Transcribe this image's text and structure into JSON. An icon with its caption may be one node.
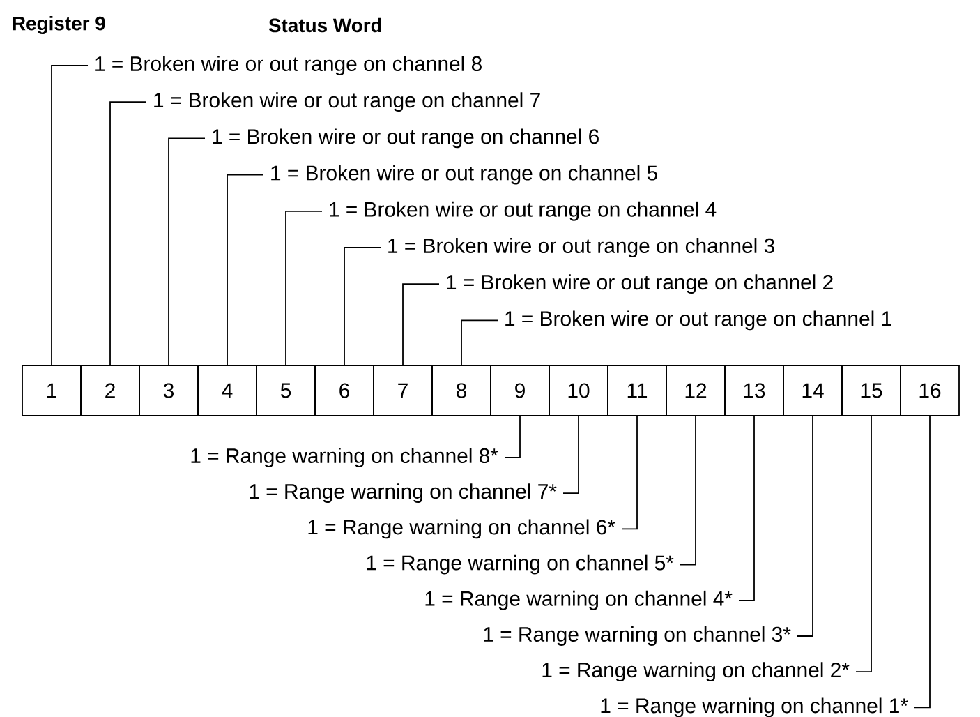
{
  "diagram": {
    "nodes": [
      {
        "text": [
          "1 = Broken wire or out range on channel 8"
        ]
      },
      {
        "text": [
          "1 = Broken wire or out range on channel 7"
        ]
      },
      {
        "text": [
          "1 = Broken wire or out range on channel 6"
        ]
      },
      {
        "text": [
          "1 = Broken wire or out range on channel 5"
        ]
      },
      {
        "text": [
          "1 = Broken wire or out range on channel 4"
        ]
      },
      {
        "text": [
          "1 = Broken wire or out range on channel 3"
        ]
      },
      {
        "text": [
          "1 = Broken wire or out range on channel 2"
        ]
      },
      {
        "text": [
          "1 = Broken wire or out range on channel 1"
        ]
      },
      {
        "text": [
          "1"
        ]
      },
      {
        "text": [
          "2"
        ]
      },
      {
        "text": [
          "3"
        ]
      },
      {
        "text": [
          "4"
        ]
      },
      {
        "text": [
          "5"
        ]
      },
      {
        "text": [
          "6"
        ]
      },
      {
        "text": [
          "7"
        ]
      },
      {
        "text": [
          "8"
        ]
      },
      {
        "text": [
          "9"
        ]
      },
      {
        "text": [
          "10"
        ]
      },
      {
        "text": [
          "11"
        ]
      },
      {
        "text": [
          "12"
        ]
      },
      {
        "text": [
          "13"
        ]
      },
      {
        "text": [
          "14"
        ]
      },
      {
        "text": [
          "15"
        ]
      },
      {
        "text": [
          "16"
        ]
      },
      {
        "text": [
          "1 = Range warning on channel 8*"
        ]
      },
      {
        "text": [
          "1 = Range warning on channel 7*"
        ]
      },
      {
        "text": [
          "1 = Range warning on channel 6*"
        ]
      },
      {
        "text": [
          "1 = Range warning on channel 5*"
        ]
      },
      {
        "text": [
          "1 = Range warning on channel 4*"
        ]
      },
      {
        "text": [
          "1 = Range warning on channel 3*"
        ]
      },
      {
        "text": [
          "1 = Range warning on channel 2*"
        ]
      },
      {
        "text": [
          "1 = Range warning on channel 1*"
        ]
      }
    ],
    "edges": [
      {
        "from": 0,
        "to": 8,
        "arrow": "none"
      },
      {
        "from": 1,
        "to": 9,
        "arrow": "none"
      },
      {
        "from": 2,
        "to": 10,
        "arrow": "none"
      },
      {
        "from": 3,
        "to": 11,
        "arrow": "none"
      },
      {
        "from": 4,
        "to": 12,
        "arrow": "none"
      },
      {
        "from": 5,
        "to": 13,
        "arrow": "none"
      },
      {
        "from": 6,
        "to": 14,
        "arrow": "none"
      },
      {
        "from": 7,
        "to": 15,
        "arrow": "none"
      },
      {
        "from": 24,
        "to": 16,
        "arrow": "none"
      },
      {
        "from": 25,
        "to": 17,
        "arrow": "none"
      },
      {
        "from": 26,
        "to": 18,
        "arrow": "none"
      },
      {
        "from": 27,
        "to": 19,
        "arrow": "none"
      },
      {
        "from": 28,
        "to": 20,
        "arrow": "none"
      },
      {
        "from": 29,
        "to": 21,
        "arrow": "none"
      },
      {
        "from": 30,
        "to": 22,
        "arrow": "none"
      },
      {
        "from": 31,
        "to": 23,
        "arrow": "none"
      }
    ],
    "labels": [
      "Register 9",
      "Status Word"
    ]
  }
}
